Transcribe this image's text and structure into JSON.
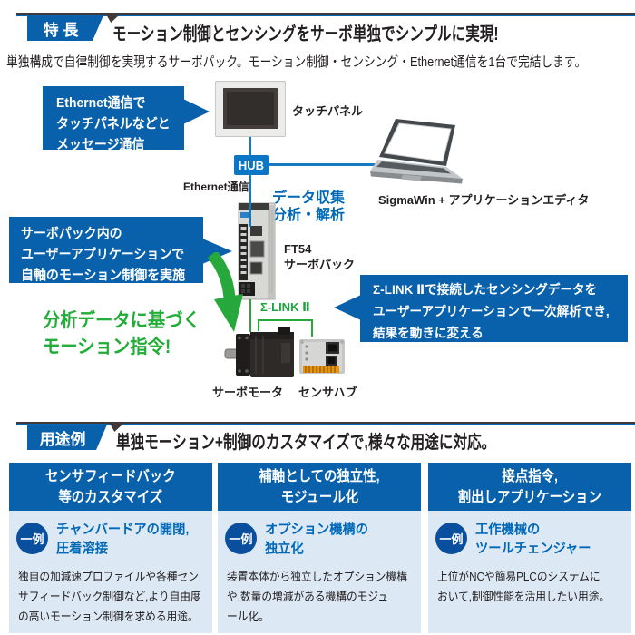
{
  "colors": {
    "blue": "#0068b7",
    "callout_blue": "#0960ab",
    "badge_blue": "#0a4f9e",
    "green": "#22ac38",
    "card_bg": "#dce8f4",
    "rule_dark": "#3f3a39",
    "text_dark": "#231f20"
  },
  "features": {
    "tag": "特 長",
    "title": "モーション制御とセンシングをサーボ単独でシンプルに実現!",
    "subtitle": "単独構成で自律制御を実現するサーボパック。モーション制御・センシング・Ethernet通信を1台で完結します。"
  },
  "diagram": {
    "callout_ethernet": {
      "lines": [
        "Ethernet通信で",
        "タッチパネルなどと",
        "メッセージ通信"
      ]
    },
    "callout_servopack": {
      "lines": [
        "サーボパック内の",
        "ユーザーアプリケーションで",
        "自軸のモーション制御を実施"
      ]
    },
    "callout_sigmalink": {
      "lines": [
        "Σ-LINK Ⅱで接続したセンシングデータを",
        "ユーザーアプリケーションで一次解析でき,",
        "結果を動きに変える"
      ]
    },
    "green_note_line1": "分析データに基づく",
    "green_note_line2": "モーション指令!",
    "labels": {
      "touch_panel": "タッチパネル",
      "hub": "HUB",
      "ethernet": "Ethernet通信",
      "laptop": "SigmaWin + アプリケーションエディタ",
      "data_collect_line1": "データ収集",
      "data_collect_line2": "分析・解析",
      "servopack_line1": "FT54",
      "servopack_line2": "サーボパック",
      "sigma_link": "Σ-LINK Ⅱ",
      "servo_motor": "サーボモータ",
      "sensor_hub": "センサハブ"
    }
  },
  "applications": {
    "tag": "用途例",
    "title": "単独モーション+制御のカスタマイズで,様々な用途に対応。",
    "cards": [
      {
        "header1": "センサフィードバック",
        "header2": "等のカスタマイズ",
        "badge": "一例",
        "example1": "チャンバードアの開閉,",
        "example2": "圧着溶接",
        "body1": "独自の加減速プロファイルや各種セン",
        "body2": "サフィードバック制御など,より自由度",
        "body3": "の高いモーション制御を求める用途。"
      },
      {
        "header1": "補軸としての独立性,",
        "header2": "モジュール化",
        "badge": "一例",
        "example1": "オプション機構の",
        "example2": "独立化",
        "body1": "装置本体から独立したオプション機構",
        "body2": "や,数量の増減がある機構のモジュ",
        "body3": "ール化。"
      },
      {
        "header1": "接点指令,",
        "header2": "割出しアプリケーション",
        "badge": "一例",
        "example1": "工作機械の",
        "example2": "ツールチェンジャー",
        "body1": "上位がNCや簡易PLCのシステムに",
        "body2": "おいて,制御性能を活用したい用途。"
      }
    ]
  }
}
